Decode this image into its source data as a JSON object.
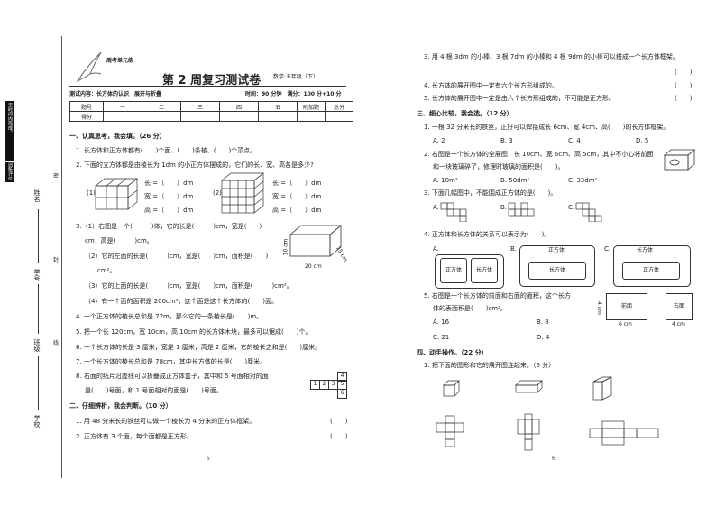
{
  "header": {
    "badge": "周考单元练",
    "title": "第 2 周复习测试卷",
    "subject": "数学·五年级（下）",
    "scope": "测试内容：长方体的认识　展开与折叠",
    "timing": "时间：90 分钟　满分：100 分+10 分"
  },
  "score_table": {
    "row1": [
      "题号",
      "一",
      "二",
      "三",
      "四",
      "五",
      "附加题",
      "总分"
    ],
    "row2_label": "得分"
  },
  "sidebar": {
    "school": "学校",
    "class": "班级",
    "number": "学号",
    "name": "姓名",
    "box_label": "创新评价",
    "seal_chars": [
      "密",
      "封",
      "线"
    ],
    "rules": "①注意不要在密封线内答题，否则无效。②请在规定时间内完成。"
  },
  "left": {
    "s1": "一、认真思考，我会填。（26 分）",
    "q1": "1. 长方体和正方体都有(　　)个面、(　　)条棱、(　　)个顶点。",
    "q2": "2. 下面的立方体都是由棱长为 1dm 的小正方体摆成的，它们的长、宽、高各是多少?",
    "fig1": "(1)",
    "fig2": "(2)",
    "dims1": [
      "长 =（　　）dm",
      "宽 =（　　）dm",
      "高 =（　　）dm"
    ],
    "dims2": [
      "长 =（　　）dm",
      "宽 =（　　）dm",
      "高 =（　　）dm"
    ],
    "q3a": "3.（1）右图是一个(　　　)体，它的长是(　　　)cm，宽是(　　)",
    "q3a2": "cm，高是(　　　)cm。",
    "q3b": "（2）它的左面的长是(　　　)cm，宽是(　　)cm，面积是(　　)",
    "q3b2": "cm²。",
    "q3c": "（3）它的上面的长是(　　　)cm，宽是(　　)cm，面积是(　　　)cm²。",
    "q3d": "（4）有一个面的面积是 200cm²，这个面是这个长方体的(　　)面。",
    "box_dims": {
      "length": "20 cm",
      "height": "10 cm",
      "width": "15 cm"
    },
    "q4": "4. 一个正方体的棱长总和是 72m，那么它的一条棱长是(　　)m。",
    "q5": "5. 把一个长 120cm，宽 10cm，高 10cm 的长方体木块，最多可以锯成(　　)个。",
    "q6": "6. 一个长方体的长是 3 厘米，宽是 1 厘米，高是 2 厘米，它的棱长之和是(　　)厘米。",
    "q7": "7. 一个长方体的棱长总和是 78cm，其中长方体的长是(　　)厘米。",
    "q8a": "8. 右面的纸片沿虚线可以折叠成正方体盒子，其中和 5 号面相对的面",
    "q8b": "是(　　)号面，和 1 号面相对的面是(　　)号面。",
    "net_labels": [
      "4",
      "1",
      "2",
      "3",
      "5",
      "6"
    ],
    "s2": "二、仔细辨析，我会判断。（10 分）",
    "j1": "1. 用 48 分米长的铁丝可以做一个棱长为 4 分米的正方体框架。",
    "j2": "2. 正方体有 3 个面，每个面都是正方形。",
    "paren": "(　　)",
    "page": "5"
  },
  "right": {
    "j3": "3. 用 4 根 3dm 的小棒、3 根 7dm 的小棒和 4 根 9dm 的小棒可以搭成一个长方体框架。",
    "j4": "4. 长方体的展开图中一定有六个长方形组成的。",
    "j5": "5. 长方体的展开图中一定是由六个长方形组成的，不可能是正方形。",
    "paren": "(　　)",
    "s3": "三、细心比较，我会选。（12 分）",
    "c1": "1. 一根 32 分米长的铁丝，正好可以焊接成长 6cm、宽 4cm、高(　　)的长方体框架。",
    "c1_opts": [
      "A. 2",
      "B. 3",
      "C. 4",
      "D. 5"
    ],
    "c2a": "2. 右图是一个长方体的全展图，长 10cm、宽 6cm、高 5cm，其中不小心将前面",
    "c2b": "和一块玻璃碎了，修理时玻璃的面积是(　　)。",
    "c2_opts": [
      "A. 10m²",
      "B. 50dm²",
      "C. 33dm²"
    ],
    "c3": "3. 下面几幅图中，不能围成正方体的是(　　)。",
    "c3_opts": [
      "A.",
      "B.",
      "C."
    ],
    "c4": "4. 正方体和长方体的关系可以表示为(　　)。",
    "c4_opts": [
      "A.",
      "B.",
      "C."
    ],
    "venn": {
      "cube": "正方体",
      "cuboid": "长方体"
    },
    "c5a": "5. 右图是一个长方体的前面和右面的面积，这个长方",
    "c5b": "体的表面积是(　　)cm²。",
    "c5_opts": [
      "A. 16",
      "B. 8",
      "C. 21",
      "D. 4"
    ],
    "fig_front": "前面",
    "fig_right": "右面",
    "fig_h": "4 cm",
    "fig_w1": "6 cm",
    "fig_w2": "4 cm",
    "s4": "四、动手操作。（22 分）",
    "o1": "1. 把下面的图形和它的展开图连起来。（6 分）",
    "page": "6"
  }
}
